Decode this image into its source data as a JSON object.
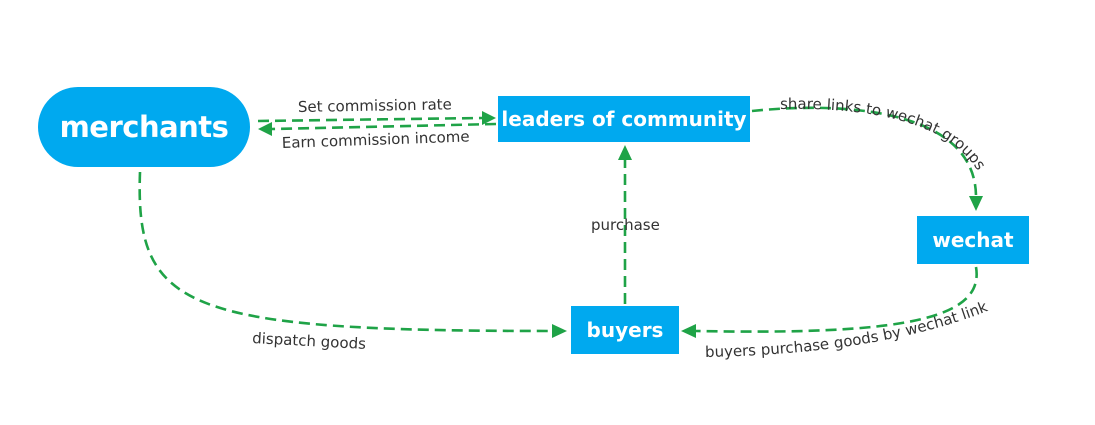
{
  "nodes": {
    "merchants": "merchants",
    "leaders": "leaders of community",
    "wechat": "wechat",
    "buyers": "buyers"
  },
  "edges": {
    "set_commission": "Set commission rate",
    "earn_commission": "Earn commission income",
    "share_links": "share links to wechat groups",
    "purchase": "purchase",
    "dispatch": "dispatch goods",
    "buyers_purchase": "buyers purchase goods by wechat link"
  },
  "colors": {
    "node_fill": "#00a9ef",
    "node_text": "#ffffff",
    "edge": "#1fa347",
    "label_text": "#333333"
  }
}
